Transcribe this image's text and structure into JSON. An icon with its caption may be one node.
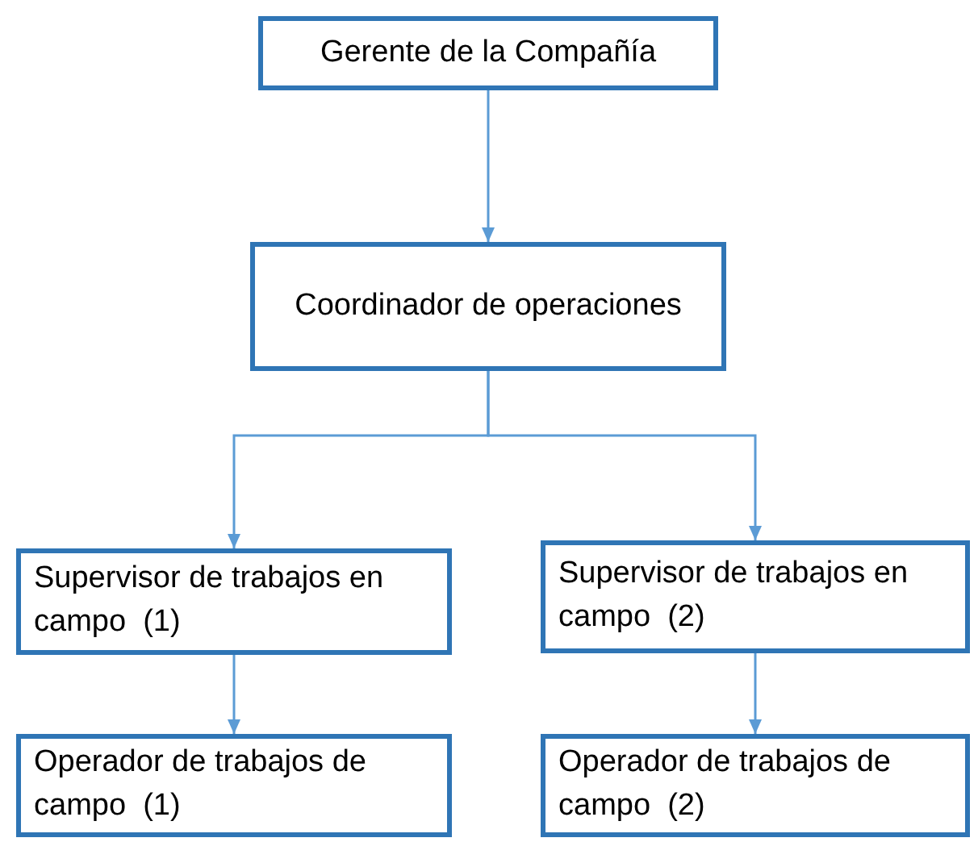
{
  "diagram": {
    "nodes": [
      {
        "text": [
          "Gerente de la Compañía"
        ]
      },
      {
        "text": [
          "Coordinador de operaciones"
        ]
      },
      {
        "text": [
          "Supervisor de trabajos en campo  (1)"
        ]
      },
      {
        "text": [
          "Supervisor de trabajos en campo  (2)"
        ]
      },
      {
        "text": [
          "Operador de trabajos de campo  (1)"
        ]
      },
      {
        "text": [
          "Operador de trabajos de campo  (2)"
        ]
      }
    ],
    "edges": [
      {
        "from": 0,
        "to": 1,
        "arrow": "to"
      },
      {
        "from": 1,
        "to": 2,
        "arrow": "to"
      },
      {
        "from": 1,
        "to": 3,
        "arrow": "to"
      },
      {
        "from": 2,
        "to": 4,
        "arrow": "to"
      },
      {
        "from": 3,
        "to": 5,
        "arrow": "to"
      }
    ]
  }
}
